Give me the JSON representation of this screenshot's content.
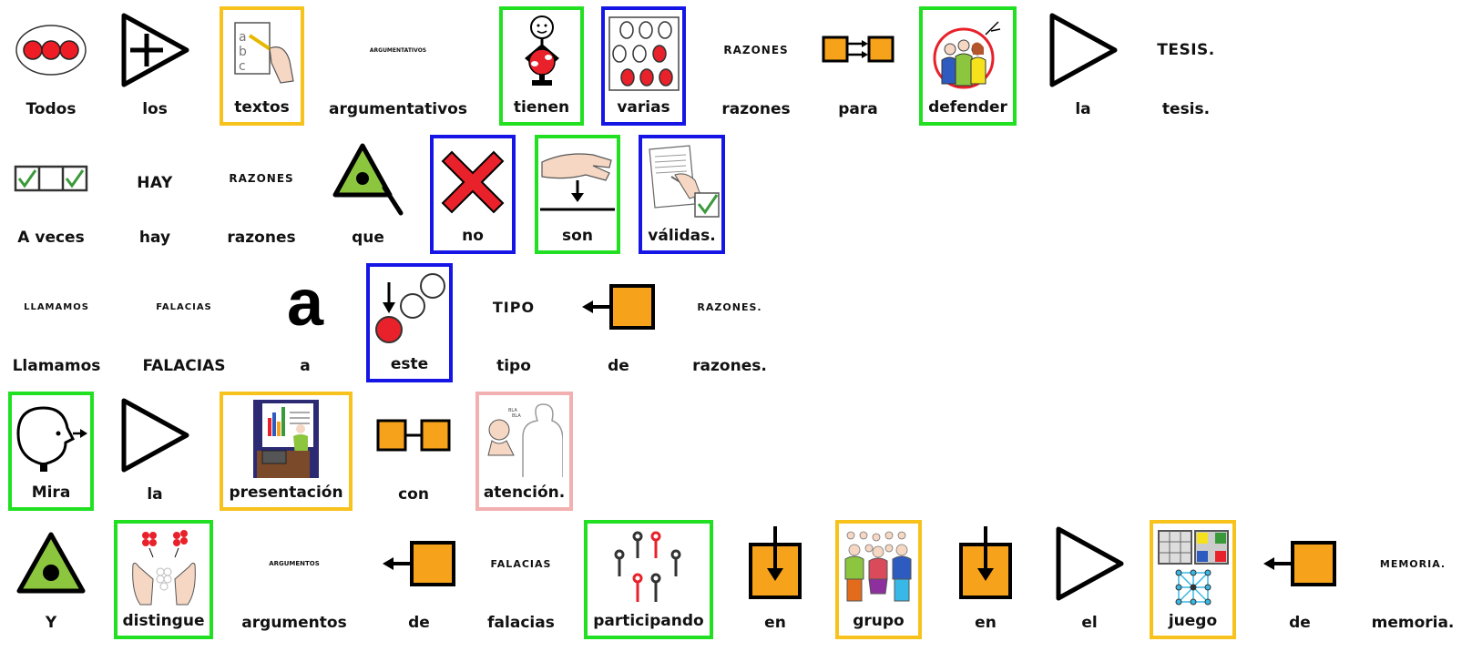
{
  "colors": {
    "green": "#21e021",
    "blue": "#1515e6",
    "yellow": "#f7c21c",
    "pink": "#f3b0b0",
    "orange": "#f7a21b",
    "red": "#e8212a",
    "lime": "#8cc63f"
  },
  "rows": [
    {
      "cells": [
        {
          "word": "Todos",
          "icon": "three-red-dots-icon",
          "border": "none"
        },
        {
          "word": "los",
          "icon": "triangle-plus-icon",
          "border": "none"
        },
        {
          "word": "textos",
          "icon": "hand-writing-abc-icon",
          "border": "yellow"
        },
        {
          "word": "argumentativos",
          "icon": "text-label",
          "caps": "ARGUMENTATIVOS",
          "border": "none"
        },
        {
          "word": "tienen",
          "icon": "person-holding-icon",
          "border": "green"
        },
        {
          "word": "varias",
          "icon": "some-red-circles-icon",
          "border": "blue"
        },
        {
          "word": "razones",
          "icon": "text-label",
          "caps": "RAZONES",
          "border": "none"
        },
        {
          "word": "para",
          "icon": "two-squares-arrows-icon",
          "border": "none"
        },
        {
          "word": "defender",
          "icon": "group-defend-icon",
          "border": "green"
        },
        {
          "word": "la",
          "icon": "triangle-icon",
          "border": "none"
        },
        {
          "word": "tesis.",
          "icon": "text-label",
          "caps": "TESIS.",
          "border": "none"
        }
      ]
    },
    {
      "cells": [
        {
          "word": "A veces",
          "icon": "checkbox-row-icon",
          "border": "none"
        },
        {
          "word": "hay",
          "icon": "text-label",
          "caps": "HAY",
          "border": "none"
        },
        {
          "word": "razones",
          "icon": "text-label",
          "caps": "RAZONES",
          "border": "none"
        },
        {
          "word": "que",
          "icon": "green-triangle-pointer-icon",
          "border": "none"
        },
        {
          "word": "no",
          "icon": "red-x-icon",
          "border": "blue"
        },
        {
          "word": "son",
          "icon": "hand-down-arrow-icon",
          "border": "green"
        },
        {
          "word": "válidas.",
          "icon": "signed-document-check-icon",
          "border": "blue"
        }
      ]
    },
    {
      "cells": [
        {
          "word": "Llamamos",
          "icon": "text-label",
          "caps": "LLAMAMOS",
          "border": "none"
        },
        {
          "word": "FALACIAS",
          "icon": "text-label",
          "caps": "FALACIAS",
          "border": "none"
        },
        {
          "word": "a",
          "icon": "letter-a",
          "caps": "a",
          "border": "none"
        },
        {
          "word": "este",
          "icon": "this-circle-arrow-icon",
          "border": "blue"
        },
        {
          "word": "tipo",
          "icon": "text-label",
          "caps": "TIPO",
          "border": "none"
        },
        {
          "word": "de",
          "icon": "square-arrow-left-icon",
          "border": "none"
        },
        {
          "word": "razones.",
          "icon": "text-label",
          "caps": "RAZONES.",
          "border": "none"
        }
      ]
    },
    {
      "cells": [
        {
          "word": "Mira",
          "icon": "head-look-icon",
          "border": "green"
        },
        {
          "word": "la",
          "icon": "triangle-icon",
          "border": "none"
        },
        {
          "word": "presentación",
          "icon": "presentation-icon",
          "border": "yellow"
        },
        {
          "word": "con",
          "icon": "two-squares-linked-icon",
          "border": "none"
        },
        {
          "word": "atención.",
          "icon": "attention-person-icon",
          "border": "pink"
        }
      ]
    },
    {
      "cells": [
        {
          "word": "Y",
          "icon": "green-triangle-dot-icon",
          "border": "none"
        },
        {
          "word": "distingue",
          "icon": "hands-separate-icon",
          "border": "green"
        },
        {
          "word": "argumentos",
          "icon": "text-label",
          "caps": "ARGUMENTOS",
          "border": "none"
        },
        {
          "word": "de",
          "icon": "square-arrow-left-icon",
          "border": "none"
        },
        {
          "word": "falacias",
          "icon": "text-label",
          "caps": "FALACIAS",
          "border": "none"
        },
        {
          "word": "participando",
          "icon": "people-participating-icon",
          "border": "green"
        },
        {
          "word": "en",
          "icon": "square-arrow-in-icon",
          "border": "none"
        },
        {
          "word": "grupo",
          "icon": "group-people-icon",
          "border": "yellow"
        },
        {
          "word": "en",
          "icon": "square-arrow-in-icon",
          "border": "none"
        },
        {
          "word": "el",
          "icon": "triangle-icon",
          "border": "none"
        },
        {
          "word": "juego",
          "icon": "board-games-icon",
          "border": "yellow"
        },
        {
          "word": "de",
          "icon": "square-arrow-left-icon",
          "border": "none"
        },
        {
          "word": "memoria.",
          "icon": "text-label",
          "caps": "MEMORIA.",
          "border": "none"
        }
      ]
    }
  ]
}
